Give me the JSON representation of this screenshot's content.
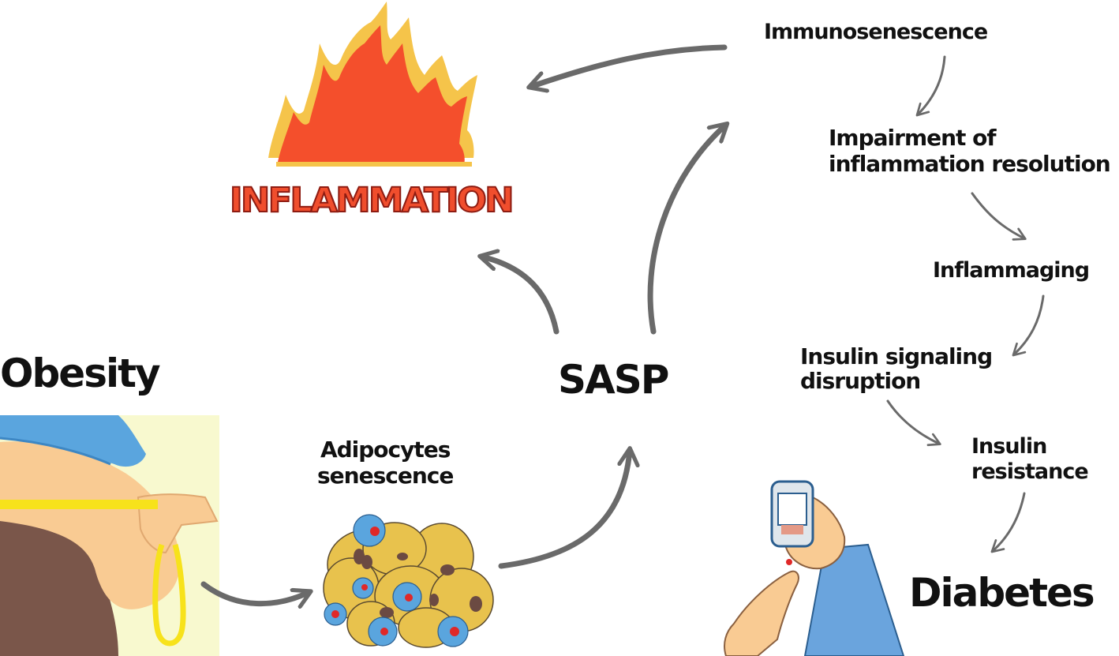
{
  "title": "INFLAMMATION",
  "nodes": {
    "obesity": "Obesity",
    "adipocytes": [
      "Adipocytes",
      "senescence"
    ],
    "sasp": "SASP",
    "immunosenescence": "Immunosenescence",
    "impairment": [
      "Impairment of",
      "inflammation resolution"
    ],
    "inflammaging": "Inflammaging",
    "insulin_signaling": [
      "Insulin signaling",
      "disruption"
    ],
    "insulin_resistance": [
      "Insulin",
      "resistance"
    ],
    "diabetes": "Diabetes"
  },
  "icons": {
    "fire": "fire-icon",
    "obesity": "belly-measuring-tape-icon",
    "cells": "senescent-adipocytes-icon",
    "glucometer": "glucometer-hand-icon"
  },
  "colors": {
    "arrow": "#6a6a6a",
    "flame_outer": "#f5c44a",
    "flame_inner": "#f44f2c",
    "adipocyte": "#e8c24d",
    "senescent_cell": "#5aa5de",
    "tape": "#f7e21b",
    "sleeve": "#6aa4dd",
    "skin": "#f9cb93",
    "pants": "#7a564a"
  }
}
